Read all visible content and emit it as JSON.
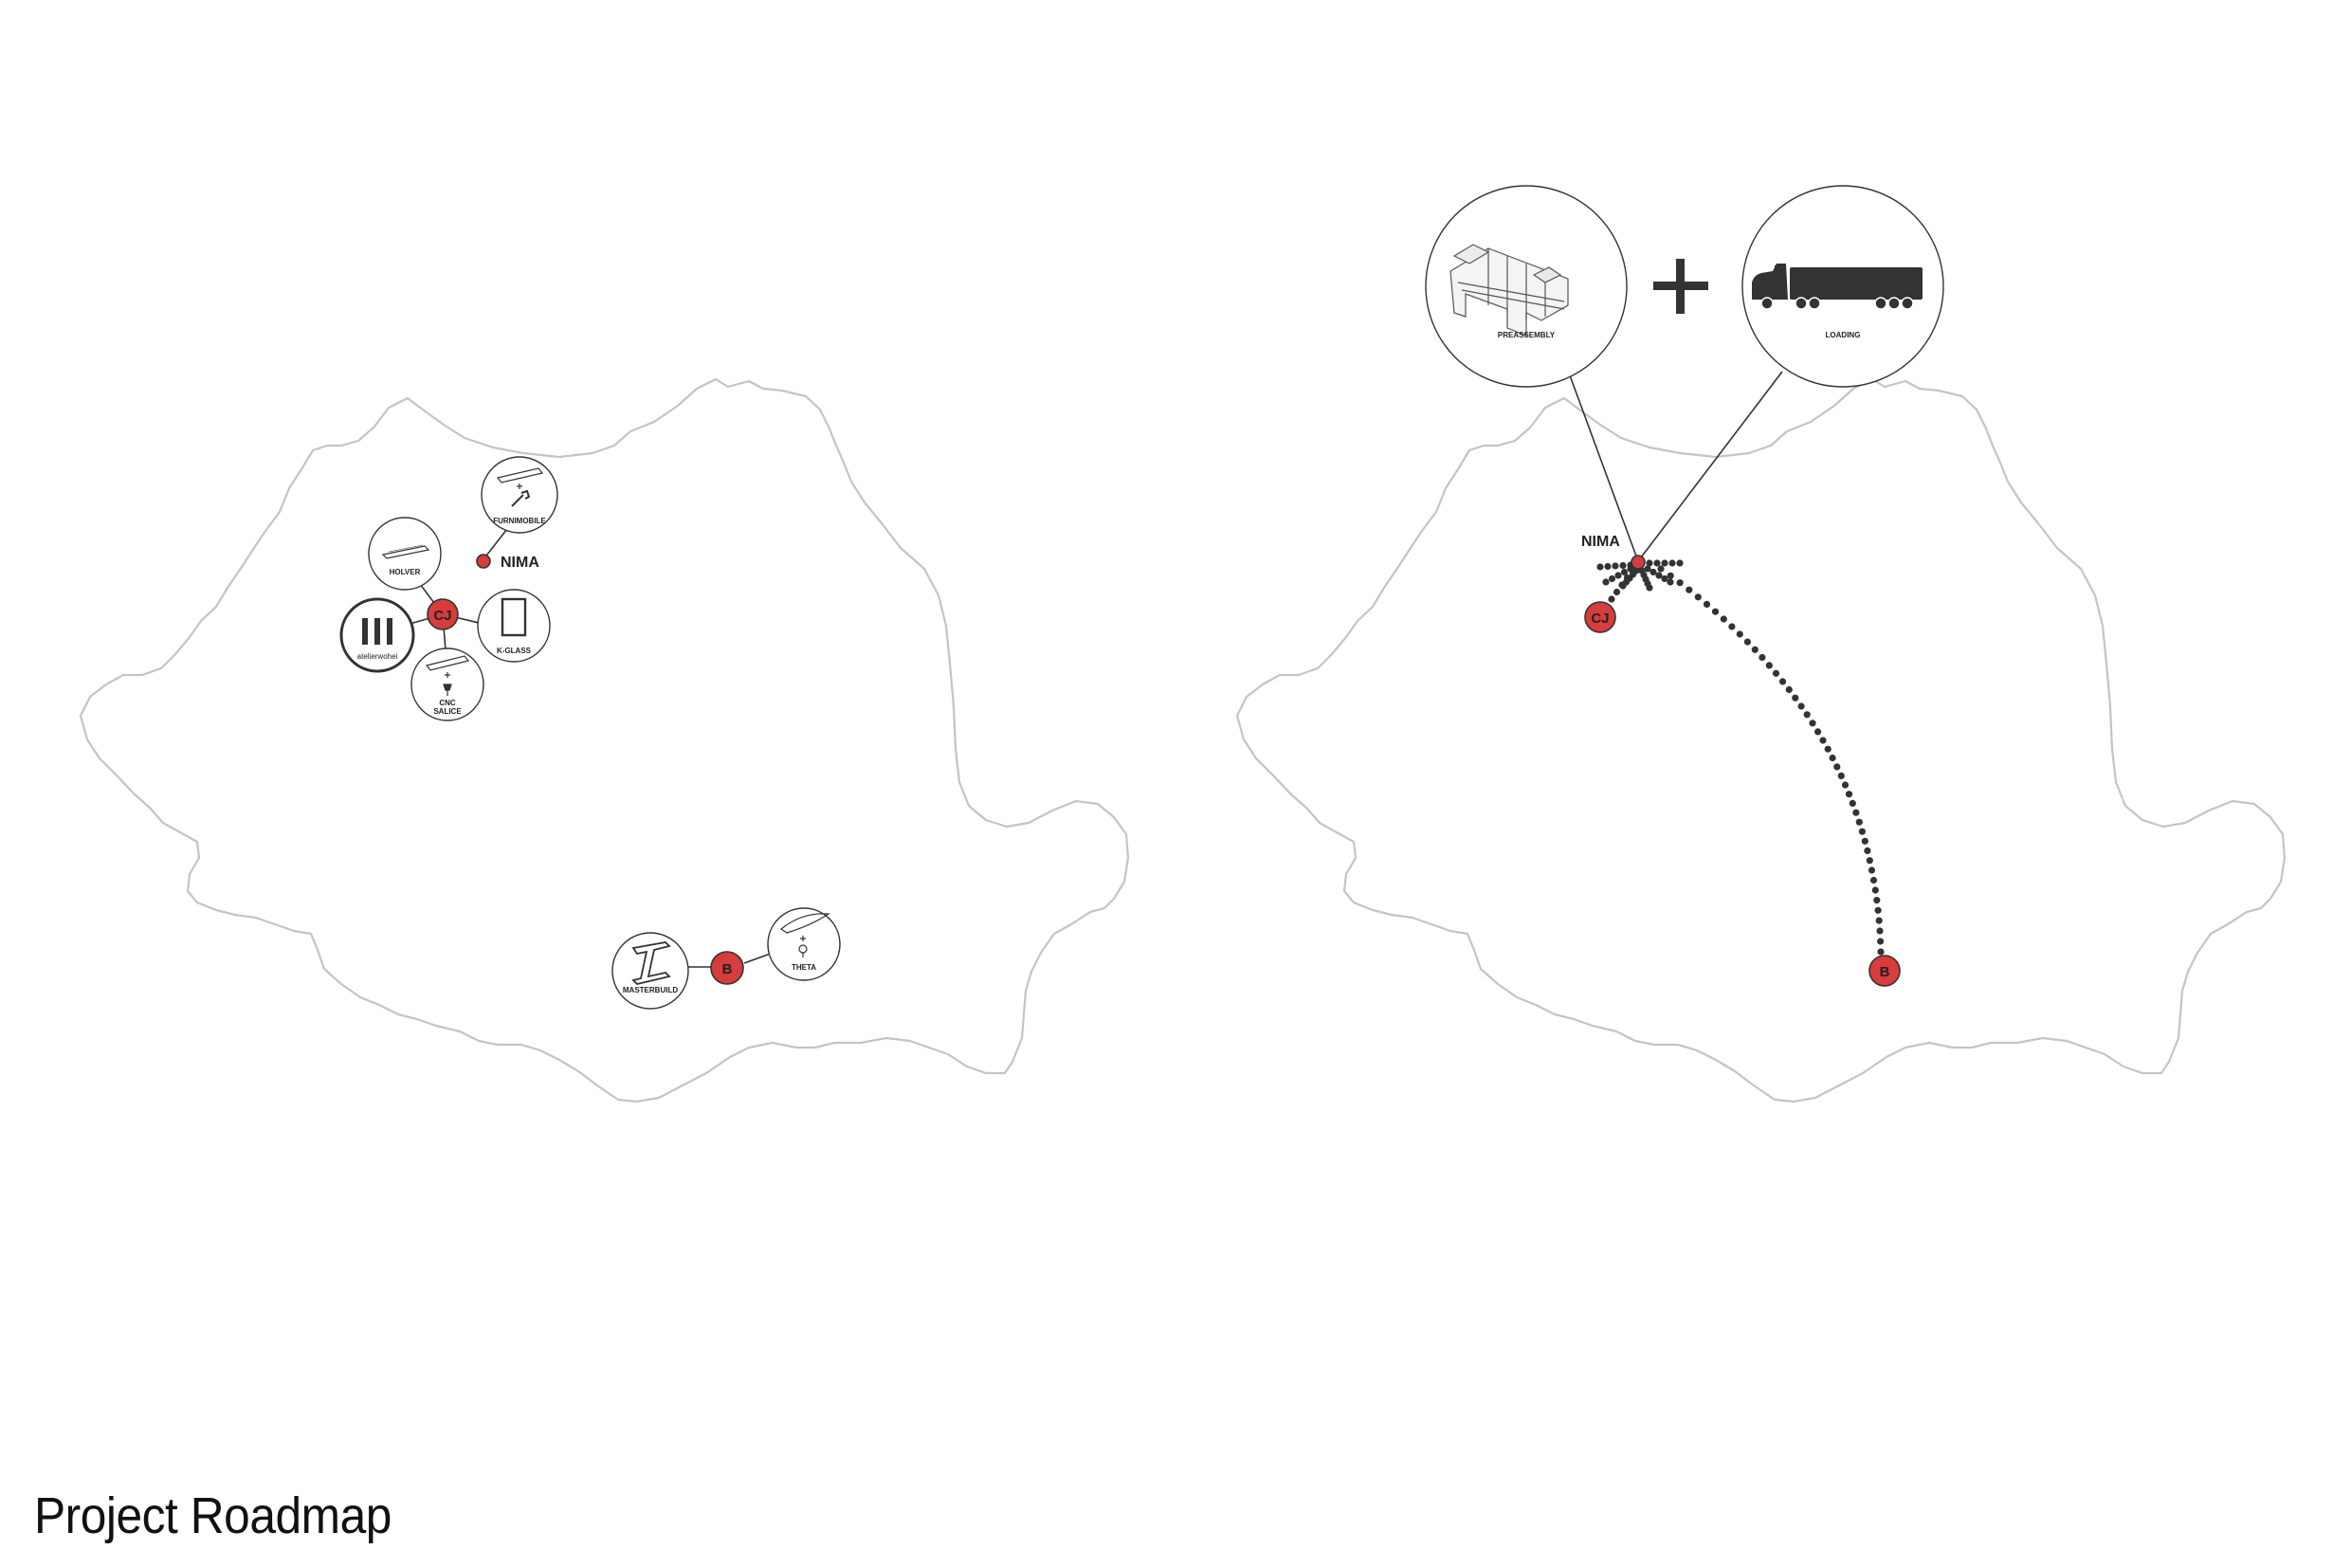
{
  "title": "Project Roadmap",
  "colors": {
    "hub": "#d83c3c",
    "line": "#333333",
    "outline": "#c4c4c4"
  },
  "left_map": {
    "nima_label": "NIMA",
    "cj_label": "CJ",
    "b_label": "B",
    "holver_label": "HOLVER",
    "furnimobile_label": "FURNIMOBILE",
    "atelier_label": "atelierwohei",
    "kglass_label": "K-GLASS",
    "cnc_label_1": "CNC",
    "cnc_label_2": "SALICE",
    "masterbuild_label": "MASTERBUILD",
    "theta_label": "THETA"
  },
  "right_map": {
    "nima_label": "NIMA",
    "cj_label": "CJ",
    "b_label": "B",
    "preassembly_label": "PREASSEMBLY",
    "loading_label": "LOADING",
    "plus_icon": "plus-icon",
    "truck_icon": "truck-icon",
    "building_icon": "building-icon"
  }
}
